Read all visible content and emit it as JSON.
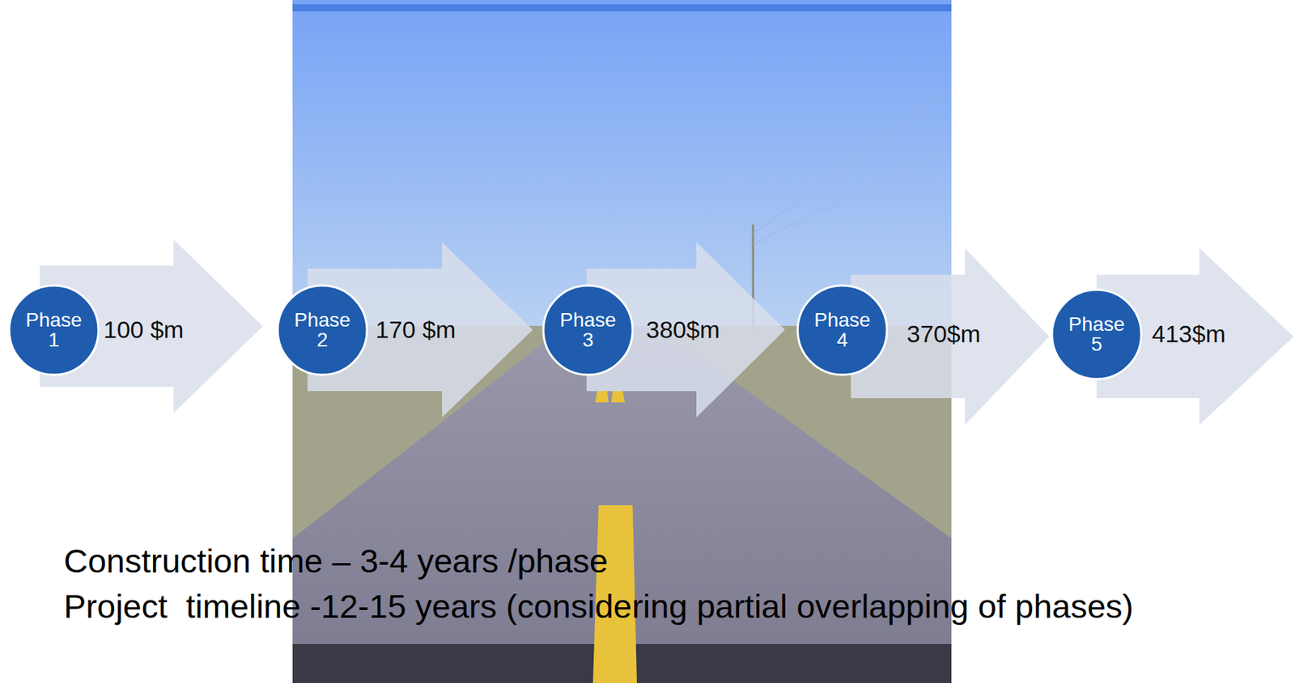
{
  "diagram": {
    "nodes": [
      {
        "text": [
          "100 $m"
        ]
      },
      {
        "text": [
          "Phase 1"
        ],
        "in": 0
      },
      {
        "text": [
          "170 $m"
        ]
      },
      {
        "text": [
          "Phase 2"
        ],
        "in": 2
      },
      {
        "text": [
          "380$m"
        ]
      },
      {
        "text": [
          "Phase 3"
        ],
        "in": 4
      },
      {
        "text": [
          "370$m"
        ]
      },
      {
        "text": [
          "Phase 4"
        ],
        "in": 6
      },
      {
        "text": [
          "413$m"
        ]
      },
      {
        "text": [
          "Phase 5"
        ],
        "in": 8
      }
    ],
    "labels": [
      "Construction time – 3-4 years /phase",
      "Project  timeline -12-15 years (considering partial overlapping of phases)"
    ]
  }
}
